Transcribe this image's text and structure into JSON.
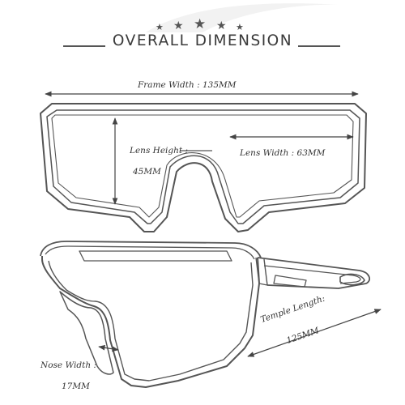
{
  "title": "OVERALL DIMENSION",
  "rating": {
    "stars": 5
  },
  "dimensions": {
    "frame_width": "Frame Width : 135MM",
    "lens_height_label": "Lens Height :",
    "lens_height_value": "45MM",
    "lens_width": "Lens Width : 63MM",
    "temple_length_label": "Temple Length:",
    "temple_length_value": "125MM",
    "nose_width_label": "Nose Width :",
    "nose_width_value": "17MM"
  },
  "colors": {
    "line": "#555555",
    "text": "#333333",
    "background": "#ffffff"
  }
}
